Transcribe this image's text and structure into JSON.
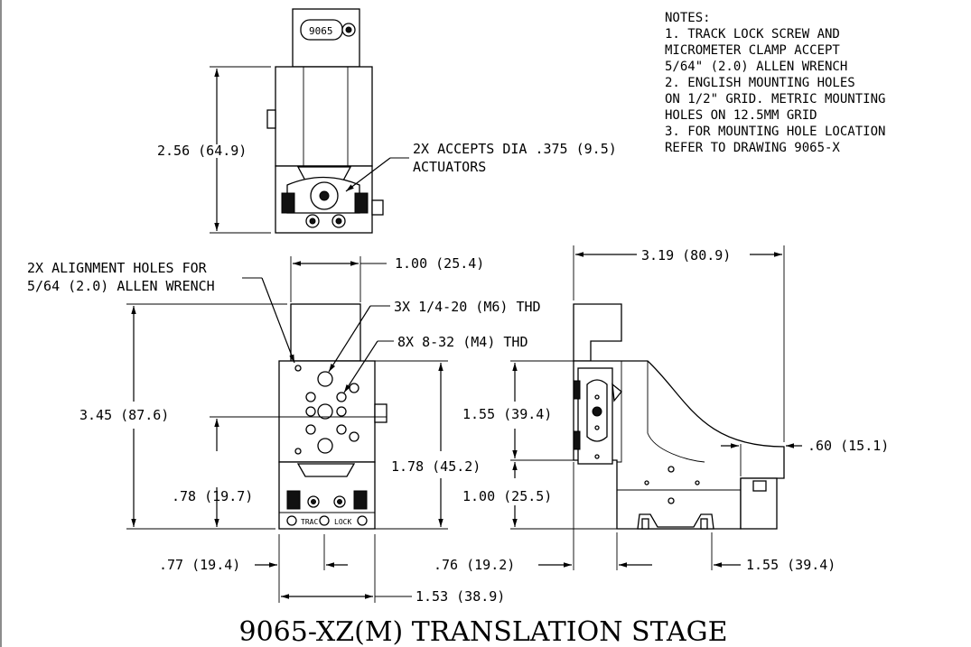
{
  "notes": {
    "heading": "NOTES:",
    "lines": [
      "1. TRACK LOCK SCREW AND",
      "MICROMETER CLAMP ACCEPT",
      "5/64\" (2.0) ALLEN WRENCH",
      "2. ENGLISH MOUNTING HOLES",
      "ON 1/2\" GRID. METRIC MOUNTING",
      "HOLES ON 12.5MM GRID",
      "3. FOR MOUNTING HOLE LOCATION",
      "REFER TO DRAWING 9065-X"
    ]
  },
  "callouts": {
    "actuators_1": "2X ACCEPTS DIA .375 (9.5)",
    "actuators_2": "ACTUATORS",
    "alignment_1": "2X ALIGNMENT HOLES FOR",
    "alignment_2": "5/64 (2.0) ALLEN WRENCH",
    "thd_m6": "3X 1/4-20 (M6) THD",
    "thd_m4": "8X 8-32 (M4) THD"
  },
  "dimensions": {
    "top_height": "2.56 (64.9)",
    "front_width_top": "1.00 (25.4)",
    "front_height": "3.45 (87.6)",
    "front_hole_span": "1.78 (45.2)",
    "front_base": ".78 (19.7)",
    "front_left_offset": ".77 (19.4)",
    "front_width_bottom": "1.53 (38.9)",
    "side_width": "3.19 (80.9)",
    "side_height_upper": "1.55 (39.4)",
    "side_height_lower": "1.00 (25.5)",
    "side_offset_right": ".60 (15.1)",
    "side_offset_left": ".76 (19.2)",
    "side_base": "1.55 (39.4)"
  },
  "labels": {
    "model_badge": "9065",
    "track": "TRAC",
    "lock": "LOCK"
  },
  "title": "9065-XZ(M) TRANSLATION STAGE"
}
